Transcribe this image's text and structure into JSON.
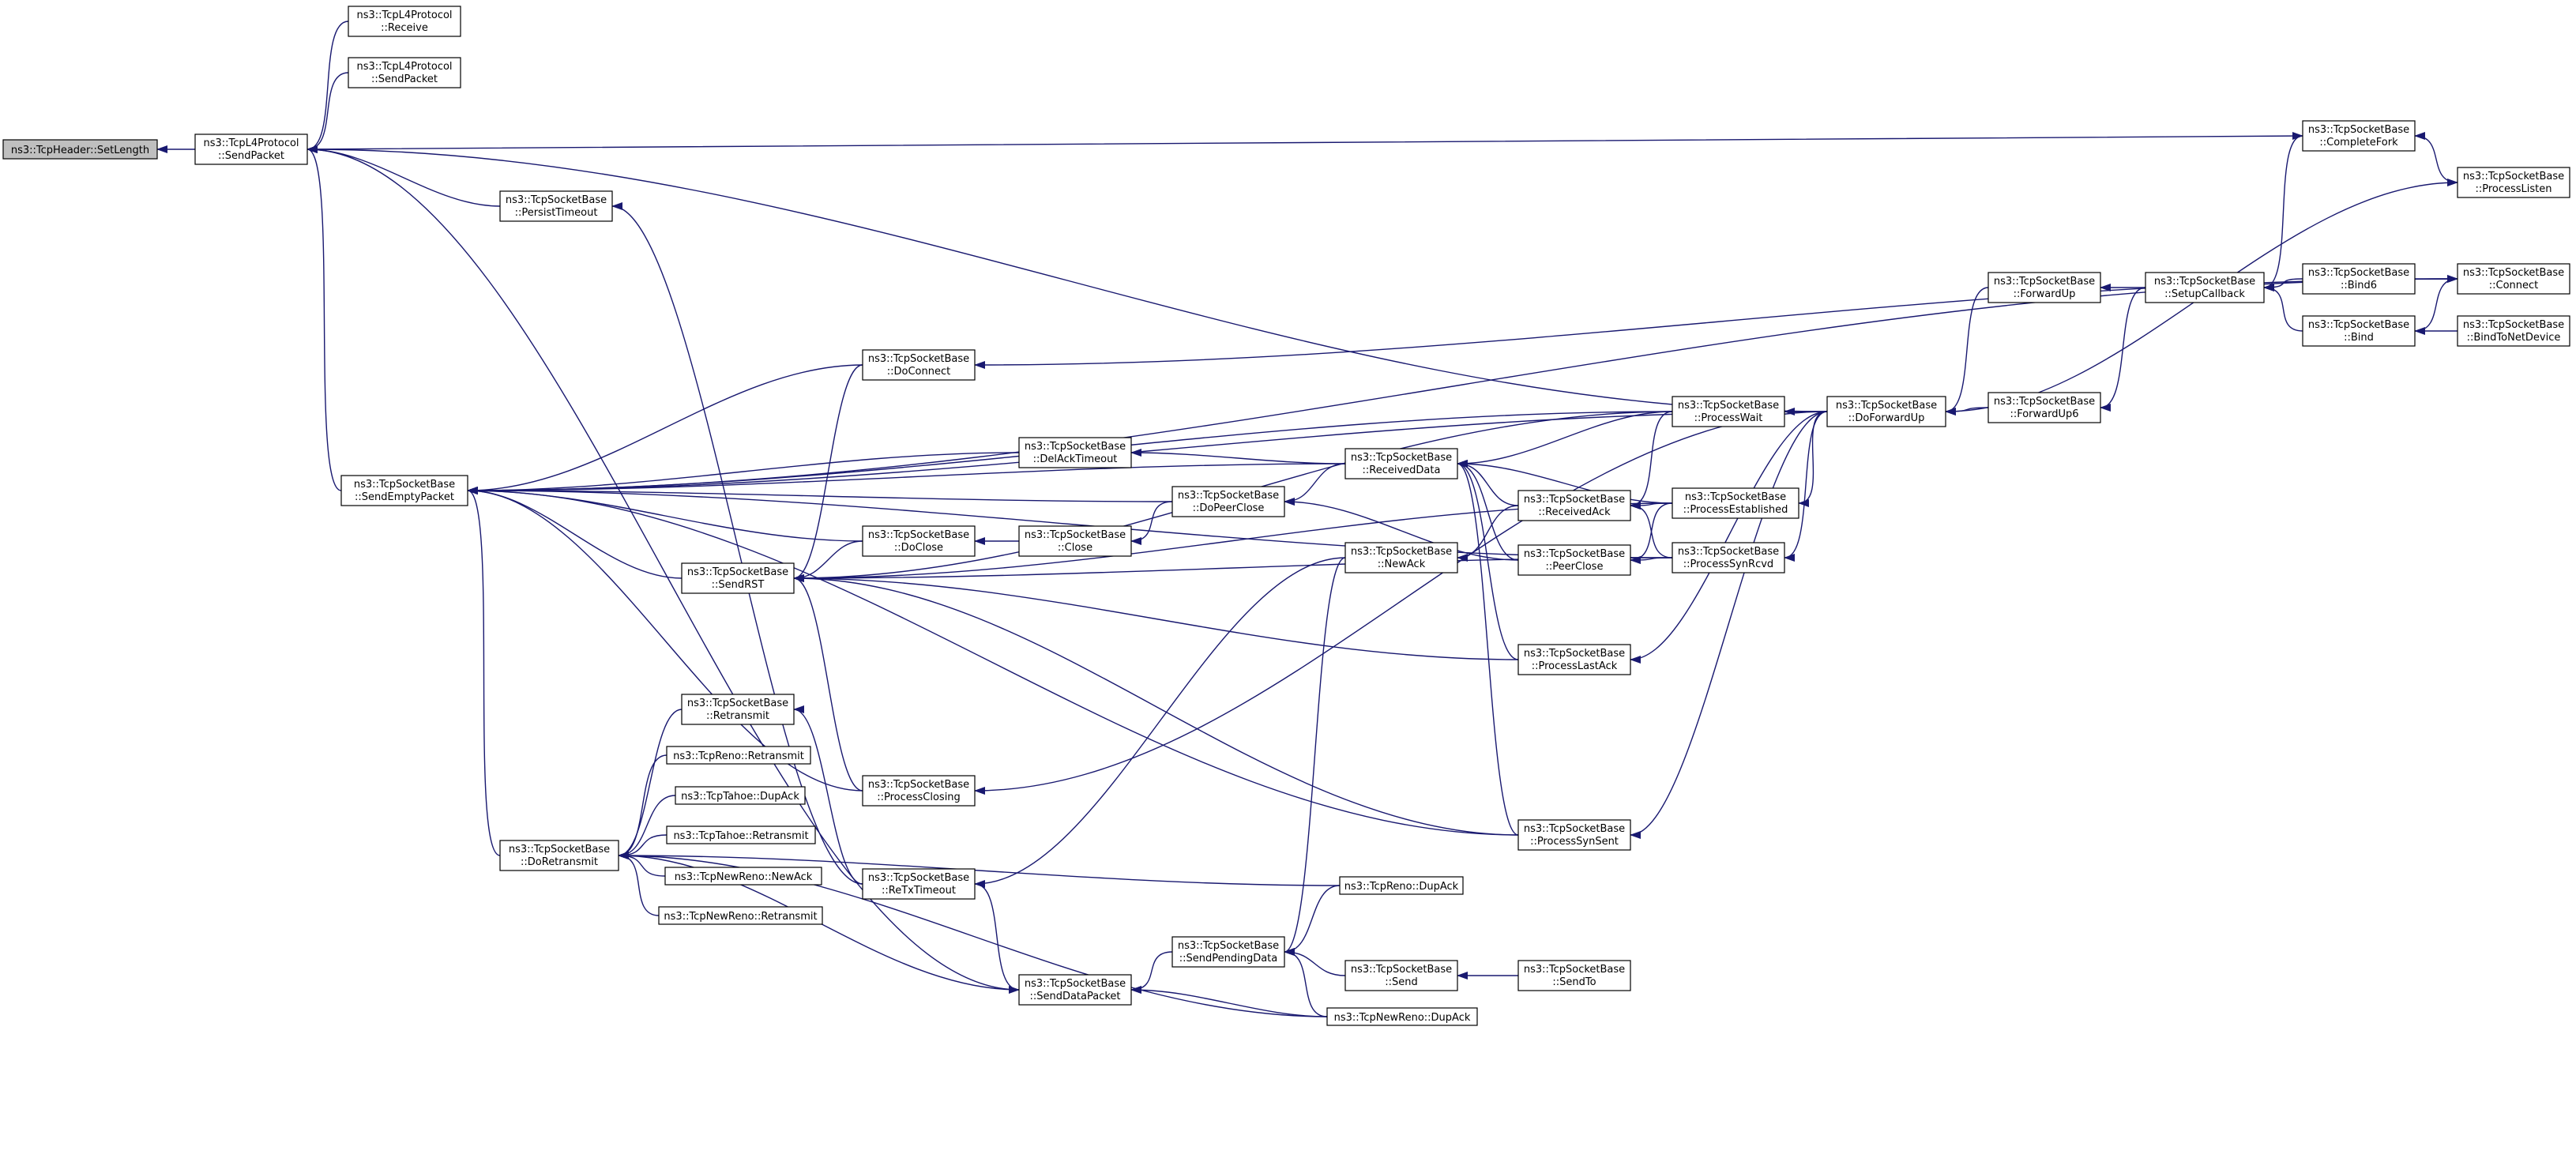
{
  "graph": {
    "colors": {
      "edge": "#191970",
      "node_border": "#000000",
      "node_fill": "#ffffff",
      "highlight_fill": "#bfbfbf"
    },
    "nodes": [
      {
        "id": "setlength",
        "lines": [
          "ns3::TcpHeader::SetLength"
        ],
        "highlight": true
      },
      {
        "id": "l4send",
        "lines": [
          "ns3::TcpL4Protocol",
          "::SendPacket"
        ]
      },
      {
        "id": "l4receive",
        "lines": [
          "ns3::TcpL4Protocol",
          "::Receive"
        ]
      },
      {
        "id": "l4sendpkt2",
        "lines": [
          "ns3::TcpL4Protocol",
          "::SendPacket"
        ]
      },
      {
        "id": "persist",
        "lines": [
          "ns3::TcpSocketBase",
          "::PersistTimeout"
        ]
      },
      {
        "id": "sendempty",
        "lines": [
          "ns3::TcpSocketBase",
          "::SendEmptyPacket"
        ]
      },
      {
        "id": "doretransmit",
        "lines": [
          "ns3::TcpSocketBase",
          "::DoRetransmit"
        ]
      },
      {
        "id": "sendrst",
        "lines": [
          "ns3::TcpSocketBase",
          "::SendRST"
        ]
      },
      {
        "id": "retransmit",
        "lines": [
          "ns3::TcpSocketBase",
          "::Retransmit"
        ]
      },
      {
        "id": "renoretx",
        "lines": [
          "ns3::TcpReno::Retransmit"
        ]
      },
      {
        "id": "tahoedup",
        "lines": [
          "ns3::TcpTahoe::DupAck"
        ]
      },
      {
        "id": "tahoeretx",
        "lines": [
          "ns3::TcpTahoe::Retransmit"
        ]
      },
      {
        "id": "newrenonewack",
        "lines": [
          "ns3::TcpNewReno::NewAck"
        ]
      },
      {
        "id": "newrenoretx",
        "lines": [
          "ns3::TcpNewReno::Retransmit"
        ]
      },
      {
        "id": "doconnect",
        "lines": [
          "ns3::TcpSocketBase",
          "::DoConnect"
        ]
      },
      {
        "id": "delack",
        "lines": [
          "ns3::TcpSocketBase",
          "::DelAckTimeout"
        ]
      },
      {
        "id": "doclose",
        "lines": [
          "ns3::TcpSocketBase",
          "::DoClose"
        ]
      },
      {
        "id": "close",
        "lines": [
          "ns3::TcpSocketBase",
          "::Close"
        ]
      },
      {
        "id": "processclosing",
        "lines": [
          "ns3::TcpSocketBase",
          "::ProcessClosing"
        ]
      },
      {
        "id": "retxtimeout",
        "lines": [
          "ns3::TcpSocketBase",
          "::ReTxTimeout"
        ]
      },
      {
        "id": "senddata",
        "lines": [
          "ns3::TcpSocketBase",
          "::SendDataPacket"
        ]
      },
      {
        "id": "dopeerclose",
        "lines": [
          "ns3::TcpSocketBase",
          "::DoPeerClose"
        ]
      },
      {
        "id": "sendpending",
        "lines": [
          "ns3::TcpSocketBase",
          "::SendPendingData"
        ]
      },
      {
        "id": "receiveddata",
        "lines": [
          "ns3::TcpSocketBase",
          "::ReceivedData"
        ]
      },
      {
        "id": "newack",
        "lines": [
          "ns3::TcpSocketBase",
          "::NewAck"
        ]
      },
      {
        "id": "renodup",
        "lines": [
          "ns3::TcpReno::DupAck"
        ]
      },
      {
        "id": "send",
        "lines": [
          "ns3::TcpSocketBase",
          "::Send"
        ]
      },
      {
        "id": "newrenodup",
        "lines": [
          "ns3::TcpNewReno::DupAck"
        ]
      },
      {
        "id": "receivedack",
        "lines": [
          "ns3::TcpSocketBase",
          "::ReceivedAck"
        ]
      },
      {
        "id": "peerclose",
        "lines": [
          "ns3::TcpSocketBase",
          "::PeerClose"
        ]
      },
      {
        "id": "processlastack",
        "lines": [
          "ns3::TcpSocketBase",
          "::ProcessLastAck"
        ]
      },
      {
        "id": "processsynsent",
        "lines": [
          "ns3::TcpSocketBase",
          "::ProcessSynSent"
        ]
      },
      {
        "id": "sendto",
        "lines": [
          "ns3::TcpSocketBase",
          "::SendTo"
        ]
      },
      {
        "id": "processwait",
        "lines": [
          "ns3::TcpSocketBase",
          "::ProcessWait"
        ]
      },
      {
        "id": "processest",
        "lines": [
          "ns3::TcpSocketBase",
          "::ProcessEstablished"
        ]
      },
      {
        "id": "processsynrcvd",
        "lines": [
          "ns3::TcpSocketBase",
          "::ProcessSynRcvd"
        ]
      },
      {
        "id": "doforwardup",
        "lines": [
          "ns3::TcpSocketBase",
          "::DoForwardUp"
        ]
      },
      {
        "id": "forwardup",
        "lines": [
          "ns3::TcpSocketBase",
          "::ForwardUp"
        ]
      },
      {
        "id": "forwardup6",
        "lines": [
          "ns3::TcpSocketBase",
          "::ForwardUp6"
        ]
      },
      {
        "id": "setupcallback",
        "lines": [
          "ns3::TcpSocketBase",
          "::SetupCallback"
        ]
      },
      {
        "id": "bind6",
        "lines": [
          "ns3::TcpSocketBase",
          "::Bind6"
        ]
      },
      {
        "id": "bind",
        "lines": [
          "ns3::TcpSocketBase",
          "::Bind"
        ]
      },
      {
        "id": "completefork",
        "lines": [
          "ns3::TcpSocketBase",
          "::CompleteFork"
        ]
      },
      {
        "id": "processlisten",
        "lines": [
          "ns3::TcpSocketBase",
          "::ProcessListen"
        ]
      },
      {
        "id": "connect",
        "lines": [
          "ns3::TcpSocketBase",
          "::Connect"
        ]
      },
      {
        "id": "bindtonetdevice",
        "lines": [
          "ns3::TcpSocketBase",
          "::BindToNetDevice"
        ]
      }
    ],
    "edges": [
      [
        "l4send",
        "setlength"
      ],
      [
        "l4receive",
        "l4send"
      ],
      [
        "l4sendpkt2",
        "l4send"
      ],
      [
        "persist",
        "l4send"
      ],
      [
        "sendempty",
        "l4send"
      ],
      [
        "completefork",
        "l4send"
      ],
      [
        "doforwardup",
        "l4send"
      ],
      [
        "senddata",
        "l4send"
      ],
      [
        "sendrst",
        "sendempty"
      ],
      [
        "doretransmit",
        "sendempty"
      ],
      [
        "doconnect",
        "sendempty"
      ],
      [
        "delack",
        "sendempty"
      ],
      [
        "dopeerclose",
        "sendempty"
      ],
      [
        "doclose",
        "sendempty"
      ],
      [
        "processclosing",
        "sendempty"
      ],
      [
        "receiveddata",
        "sendempty"
      ],
      [
        "processwait",
        "sendempty"
      ],
      [
        "processsynsent",
        "sendempty"
      ],
      [
        "processsynrcvd",
        "sendempty"
      ],
      [
        "connect",
        "sendempty"
      ],
      [
        "doforwardup",
        "sendempty"
      ],
      [
        "retransmit",
        "doretransmit"
      ],
      [
        "renoretx",
        "doretransmit"
      ],
      [
        "tahoedup",
        "doretransmit"
      ],
      [
        "tahoeretx",
        "doretransmit"
      ],
      [
        "newrenonewack",
        "doretransmit"
      ],
      [
        "newrenoretx",
        "doretransmit"
      ],
      [
        "renodup",
        "doretransmit"
      ],
      [
        "newrenodup",
        "doretransmit"
      ],
      [
        "senddata",
        "doretransmit"
      ],
      [
        "doconnect",
        "sendrst"
      ],
      [
        "doclose",
        "sendrst"
      ],
      [
        "processclosing",
        "sendrst"
      ],
      [
        "processwait",
        "sendrst"
      ],
      [
        "processest",
        "sendrst"
      ],
      [
        "processsynrcvd",
        "sendrst"
      ],
      [
        "processlastack",
        "sendrst"
      ],
      [
        "processsynsent",
        "sendrst"
      ],
      [
        "retxtimeout",
        "retransmit"
      ],
      [
        "connect",
        "doconnect"
      ],
      [
        "receiveddata",
        "delack"
      ],
      [
        "close",
        "doclose"
      ],
      [
        "dopeerclose",
        "close"
      ],
      [
        "doforwardup",
        "processclosing"
      ],
      [
        "retxtimeout",
        "persist"
      ],
      [
        "newack",
        "retxtimeout"
      ],
      [
        "retxtimeout",
        "senddata"
      ],
      [
        "sendpending",
        "senddata"
      ],
      [
        "newrenodup",
        "senddata"
      ],
      [
        "receiveddata",
        "dopeerclose"
      ],
      [
        "peerclose",
        "dopeerclose"
      ],
      [
        "renodup",
        "sendpending"
      ],
      [
        "send",
        "sendpending"
      ],
      [
        "newrenodup",
        "sendpending"
      ],
      [
        "newack",
        "sendpending"
      ],
      [
        "sendto",
        "send"
      ],
      [
        "processwait",
        "receiveddata"
      ],
      [
        "receivedack",
        "receiveddata"
      ],
      [
        "peerclose",
        "receiveddata"
      ],
      [
        "processlastack",
        "receiveddata"
      ],
      [
        "processsynsent",
        "receiveddata"
      ],
      [
        "processest",
        "receiveddata"
      ],
      [
        "receivedack",
        "newack"
      ],
      [
        "processest",
        "receivedack"
      ],
      [
        "processsynrcvd",
        "receivedack"
      ],
      [
        "processwait",
        "receivedack"
      ],
      [
        "processest",
        "peerclose"
      ],
      [
        "processsynrcvd",
        "peerclose"
      ],
      [
        "doforwardup",
        "processwait"
      ],
      [
        "doforwardup",
        "processest"
      ],
      [
        "doforwardup",
        "processsynrcvd"
      ],
      [
        "doforwardup",
        "processlastack"
      ],
      [
        "doforwardup",
        "processsynsent"
      ],
      [
        "forwardup",
        "doforwardup"
      ],
      [
        "forwardup6",
        "doforwardup"
      ],
      [
        "setupcallback",
        "forwardup"
      ],
      [
        "setupcallback",
        "forwardup6"
      ],
      [
        "bind6",
        "setupcallback"
      ],
      [
        "bind",
        "setupcallback"
      ],
      [
        "setupcallback",
        "completefork"
      ],
      [
        "processlisten",
        "completefork"
      ],
      [
        "doforwardup",
        "processlisten"
      ],
      [
        "bind6",
        "connect"
      ],
      [
        "bind",
        "connect"
      ],
      [
        "bindtonetdevice",
        "bind"
      ]
    ]
  }
}
